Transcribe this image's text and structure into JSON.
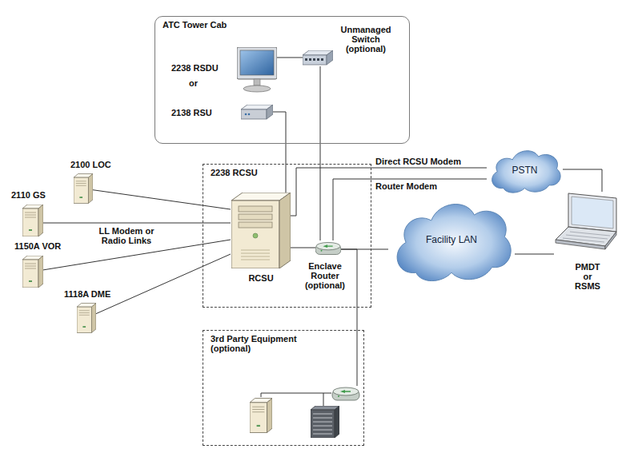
{
  "diagram": {
    "nodes": [
      {
        "text": [
          "ATC Tower Cab"
        ]
      },
      {
        "text": [
          "2238 RSDU"
        ],
        "in": 0
      },
      {
        "text": [
          "Unmanaged Switch (optional)"
        ],
        "in": 0
      },
      {
        "text": [
          "2138 RSU"
        ],
        "in": 0
      },
      {
        "text": [
          "2100 LOC"
        ]
      },
      {
        "text": [
          "2110 GS"
        ]
      },
      {
        "text": [
          "1150A VOR"
        ]
      },
      {
        "text": [
          "1118A DME"
        ]
      },
      {
        "text": [
          "2238 RCSU"
        ]
      },
      {
        "text": [
          "RCSU"
        ],
        "in": 8
      },
      {
        "text": [
          "Enclave Router (optional)"
        ],
        "in": 8
      },
      {
        "text": [
          "PSTN"
        ]
      },
      {
        "text": [
          "Facility LAN"
        ]
      },
      {
        "text": [
          "PMDT or RSMS"
        ]
      },
      {
        "text": [
          "3rd Party Equipment (optional)"
        ]
      }
    ],
    "edges": [
      {
        "from": 1,
        "to": 2,
        "arrow": "none"
      },
      {
        "from": 3,
        "to": 9,
        "arrow": "none"
      },
      {
        "from": 2,
        "to": 10,
        "arrow": "none"
      },
      {
        "from": 4,
        "to": 9,
        "arrow": "none"
      },
      {
        "from": 5,
        "to": 9,
        "arrow": "none"
      },
      {
        "from": 6,
        "to": 9,
        "arrow": "none"
      },
      {
        "from": 7,
        "to": 9,
        "arrow": "none"
      },
      {
        "from": 9,
        "to": 11,
        "label": "Direct RCSU Modem",
        "arrow": "none"
      },
      {
        "from": 10,
        "to": 11,
        "label": "Router Modem",
        "arrow": "none"
      },
      {
        "from": 9,
        "to": 10,
        "arrow": "none"
      },
      {
        "from": 10,
        "to": 12,
        "arrow": "none"
      },
      {
        "from": 10,
        "to": 14,
        "arrow": "none"
      },
      {
        "from": 11,
        "to": 13,
        "arrow": "none"
      },
      {
        "from": 12,
        "to": 13,
        "arrow": "none"
      }
    ],
    "labels": [
      "or",
      "LL Modem or Radio Links"
    ]
  }
}
